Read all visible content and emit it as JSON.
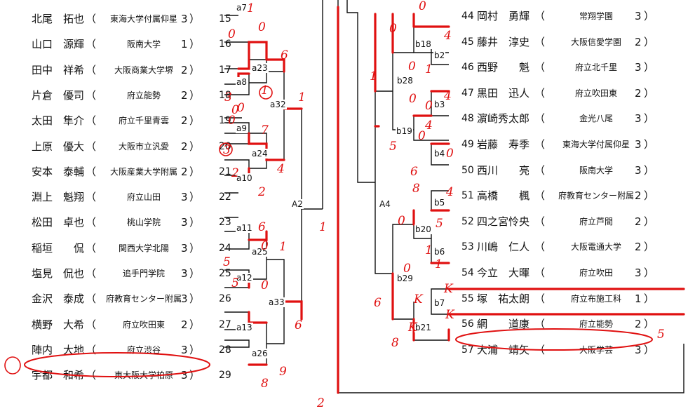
{
  "left_players": [
    {
      "name": "北尾　拓也",
      "school": "東海大学付属仰星",
      "grade": "3",
      "num": "15"
    },
    {
      "name": "山口　源輝",
      "school": "阪南大学",
      "grade": "1",
      "num": "16"
    },
    {
      "name": "田中　祥希",
      "school": "大阪商業大学堺",
      "grade": "2",
      "num": "17"
    },
    {
      "name": "片倉　優司",
      "school": "府立能勢",
      "grade": "2",
      "num": "18"
    },
    {
      "name": "太田　隼介",
      "school": "府立千里青雲",
      "grade": "2",
      "num": "19"
    },
    {
      "name": "上原　優大",
      "school": "大阪市立汎愛",
      "grade": "2",
      "num": "20"
    },
    {
      "name": "安本　泰輔",
      "school": "大阪産業大学附属",
      "grade": "2",
      "num": "21"
    },
    {
      "name": "淵上　魁翔",
      "school": "府立山田",
      "grade": "3",
      "num": "22"
    },
    {
      "name": "松田　卓也",
      "school": "桃山学院",
      "grade": "3",
      "num": "23"
    },
    {
      "name": "稲垣　　侃",
      "school": "関西大学北陽",
      "grade": "3",
      "num": "24"
    },
    {
      "name": "塩見　侃也",
      "school": "追手門学院",
      "grade": "3",
      "num": "25"
    },
    {
      "name": "金沢　泰成",
      "school": "府教育センター附属",
      "grade": "3",
      "num": "26"
    },
    {
      "name": "横野　大希",
      "school": "府立吹田東",
      "grade": "2",
      "num": "27"
    },
    {
      "name": "陣内　大地",
      "school": "府立渋谷",
      "grade": "3",
      "num": "28"
    },
    {
      "name": "宇都　和希",
      "school": "東大阪大学柏原",
      "grade": "3",
      "num": "29"
    }
  ],
  "right_players": [
    {
      "num": "44",
      "name": "岡村　勇輝",
      "school": "常翔学園",
      "grade": "3"
    },
    {
      "num": "45",
      "name": "藤井　淳史",
      "school": "大阪信愛学園",
      "grade": "2"
    },
    {
      "num": "46",
      "name": "西野　　魁",
      "school": "府立北千里",
      "grade": "3"
    },
    {
      "num": "47",
      "name": "黒田　迅人",
      "school": "府立吹田東",
      "grade": "2"
    },
    {
      "num": "48",
      "name": "濵崎秀太郎",
      "school": "金光八尾",
      "grade": "3"
    },
    {
      "num": "49",
      "name": "岩藤　寿季",
      "school": "東海大学付属仰星",
      "grade": "3"
    },
    {
      "num": "50",
      "name": "西川　　亮",
      "school": "阪南大学",
      "grade": "3"
    },
    {
      "num": "51",
      "name": "高橋　　楓",
      "school": "府教育センター附属",
      "grade": "2"
    },
    {
      "num": "52",
      "name": "四之宮怜央",
      "school": "府立芦間",
      "grade": "2"
    },
    {
      "num": "53",
      "name": "川嶋　仁人",
      "school": "大阪電通大学",
      "grade": "2"
    },
    {
      "num": "54",
      "name": "今立　大暉",
      "school": "府立吹田",
      "grade": "3"
    },
    {
      "num": "55",
      "name": "塚　祐太朗",
      "school": "府立布施工科",
      "grade": "1"
    },
    {
      "num": "56",
      "name": "網　　道康",
      "school": "府立能勢",
      "grade": "2"
    },
    {
      "num": "57",
      "name": "大浦　靖矢",
      "school": "大阪学芸",
      "grade": "3"
    }
  ],
  "paren_open": "（",
  "paren_close": "）",
  "match_labels": [
    "a7",
    "a23",
    "a8",
    "a32",
    "a9",
    "a24",
    "a10",
    "A2",
    "a11",
    "a25",
    "a12",
    "a33",
    "a13",
    "a26",
    "b18",
    "b2",
    "b28",
    "b3",
    "b19",
    "b4",
    "A4",
    "b5",
    "b20",
    "b6",
    "b29",
    "b7",
    "b21"
  ],
  "annotations": [
    "1",
    "0",
    "0",
    "3",
    "6",
    "0",
    "1",
    "1",
    "0",
    "0",
    "7",
    "3",
    "4",
    "2",
    "2",
    "1",
    "1",
    "6",
    "0",
    "5",
    "6",
    "5",
    "0",
    "9",
    "8",
    "1",
    "0",
    "0",
    "4",
    "0",
    "1",
    "4",
    "0",
    "0",
    "4",
    "0",
    "5",
    "6",
    "0",
    "8",
    "4",
    "0",
    "5",
    "1",
    "1",
    "0",
    "6",
    "K",
    "K",
    "K",
    "K",
    "8",
    "5",
    "2"
  ]
}
